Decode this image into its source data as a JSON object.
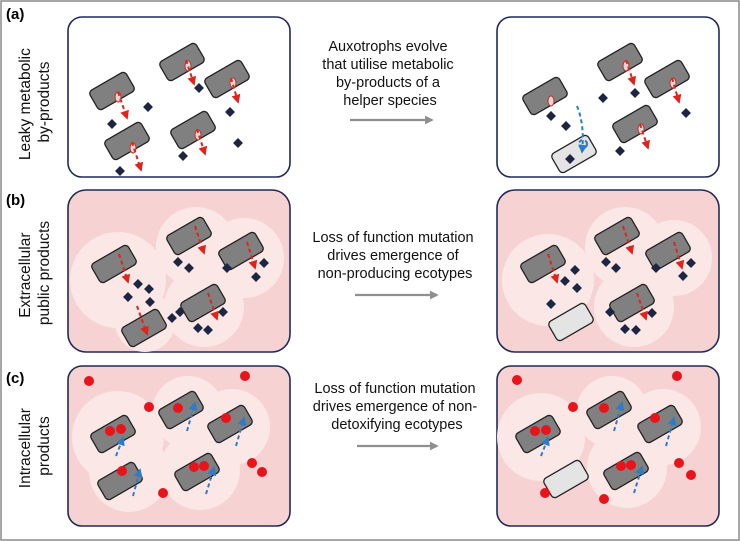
{
  "panels": [
    {
      "letter": "(a)",
      "label_lines": [
        "Leaky metabolic",
        "by-products"
      ],
      "caption_lines": [
        "Auxotrophs evolve",
        "that utilise metabolic",
        "by-products of a",
        "helper species"
      ]
    },
    {
      "letter": "(b)",
      "label_lines": [
        "Extracellular",
        "public  products"
      ],
      "caption_lines": [
        "Loss of function mutation",
        "drives emergence of",
        "non-producing ecotypes"
      ]
    },
    {
      "letter": "(c)",
      "label_lines": [
        "Intracellular",
        "products"
      ],
      "caption_lines": [
        "Loss of function mutation",
        "drives emergence of non-",
        "detoxifying ecotypes"
      ]
    }
  ],
  "colors": {
    "leak_arrow": "#e0231b",
    "uptake_arrow": "#2f7bc4",
    "toxin": "#e8141b",
    "product": "#1c2541",
    "pink_background": "#f6d3d2"
  }
}
